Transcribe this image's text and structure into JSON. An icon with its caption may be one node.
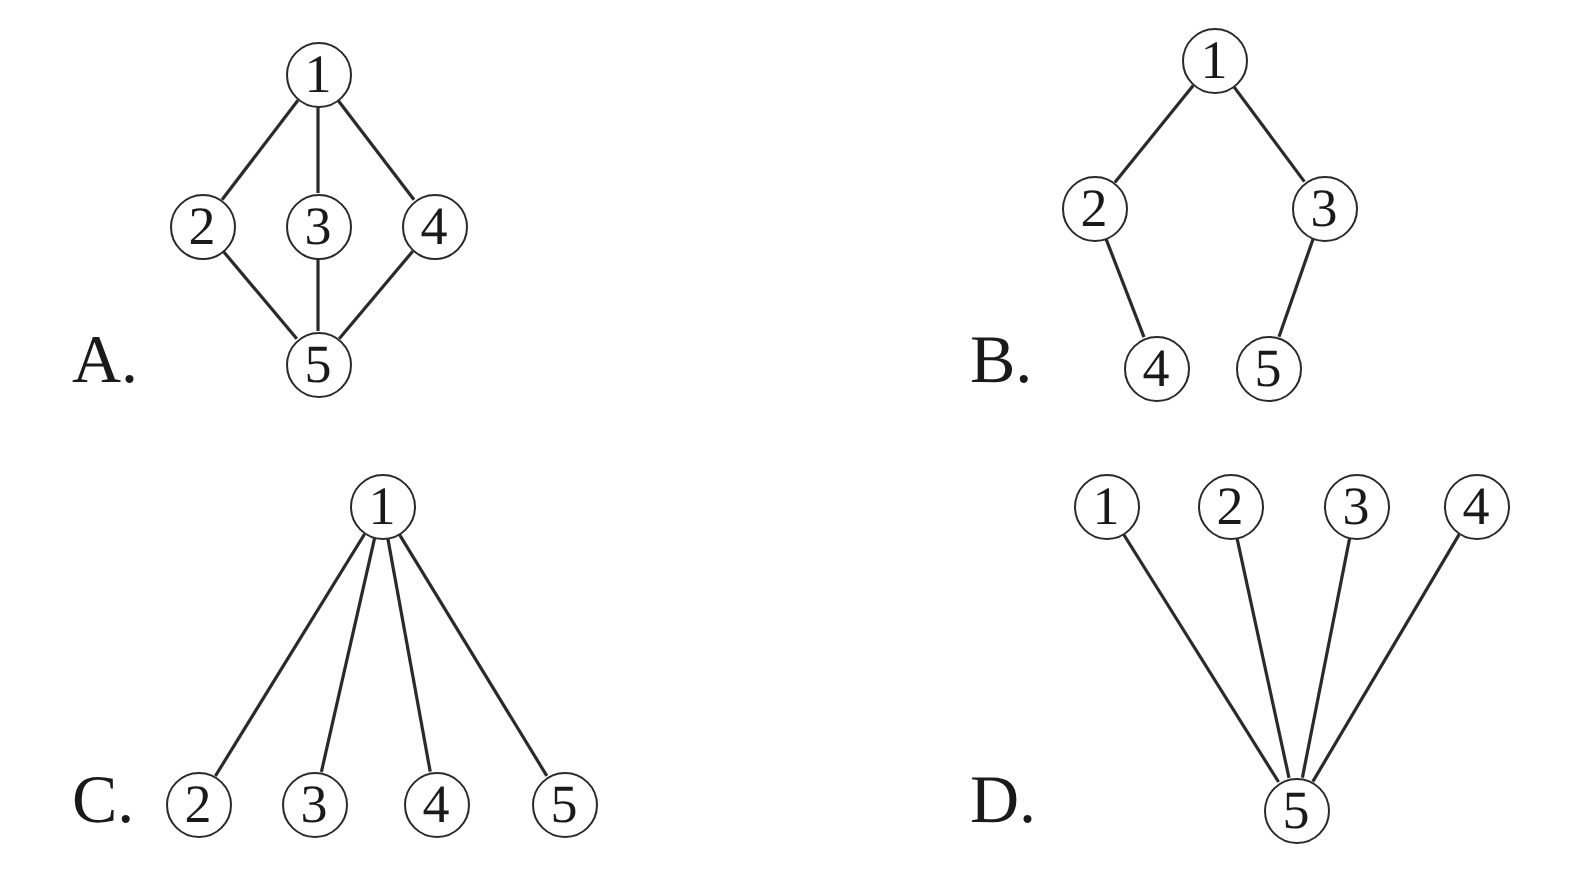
{
  "diagram": {
    "nodes": [
      {
        "text": [
          "1"
        ]
      },
      {
        "text": [
          "2"
        ]
      },
      {
        "text": [
          "3"
        ]
      },
      {
        "text": [
          "4"
        ]
      },
      {
        "text": [
          "5"
        ]
      },
      {
        "text": [
          "1"
        ]
      },
      {
        "text": [
          "2"
        ]
      },
      {
        "text": [
          "3"
        ]
      },
      {
        "text": [
          "4"
        ]
      },
      {
        "text": [
          "5"
        ]
      },
      {
        "text": [
          "1"
        ]
      },
      {
        "text": [
          "2"
        ]
      },
      {
        "text": [
          "3"
        ]
      },
      {
        "text": [
          "4"
        ]
      },
      {
        "text": [
          "5"
        ]
      },
      {
        "text": [
          "1"
        ]
      },
      {
        "text": [
          "2"
        ]
      },
      {
        "text": [
          "3"
        ]
      },
      {
        "text": [
          "4"
        ]
      },
      {
        "text": [
          "5"
        ]
      }
    ],
    "edges": [
      {
        "from": 0,
        "to": 1,
        "arrow": "none"
      },
      {
        "from": 0,
        "to": 2,
        "arrow": "none"
      },
      {
        "from": 0,
        "to": 3,
        "arrow": "none"
      },
      {
        "from": 1,
        "to": 4,
        "arrow": "none"
      },
      {
        "from": 2,
        "to": 4,
        "arrow": "none"
      },
      {
        "from": 3,
        "to": 4,
        "arrow": "none"
      },
      {
        "from": 5,
        "to": 6,
        "arrow": "none"
      },
      {
        "from": 5,
        "to": 7,
        "arrow": "none"
      },
      {
        "from": 6,
        "to": 8,
        "arrow": "none"
      },
      {
        "from": 7,
        "to": 9,
        "arrow": "none"
      },
      {
        "from": 10,
        "to": 11,
        "arrow": "none"
      },
      {
        "from": 10,
        "to": 12,
        "arrow": "none"
      },
      {
        "from": 10,
        "to": 13,
        "arrow": "none"
      },
      {
        "from": 10,
        "to": 14,
        "arrow": "none"
      },
      {
        "from": 15,
        "to": 19,
        "arrow": "none"
      },
      {
        "from": 16,
        "to": 19,
        "arrow": "none"
      },
      {
        "from": 17,
        "to": 19,
        "arrow": "none"
      },
      {
        "from": 18,
        "to": 19,
        "arrow": "none"
      }
    ],
    "labels": [
      "A.",
      "B.",
      "C.",
      "D."
    ]
  }
}
